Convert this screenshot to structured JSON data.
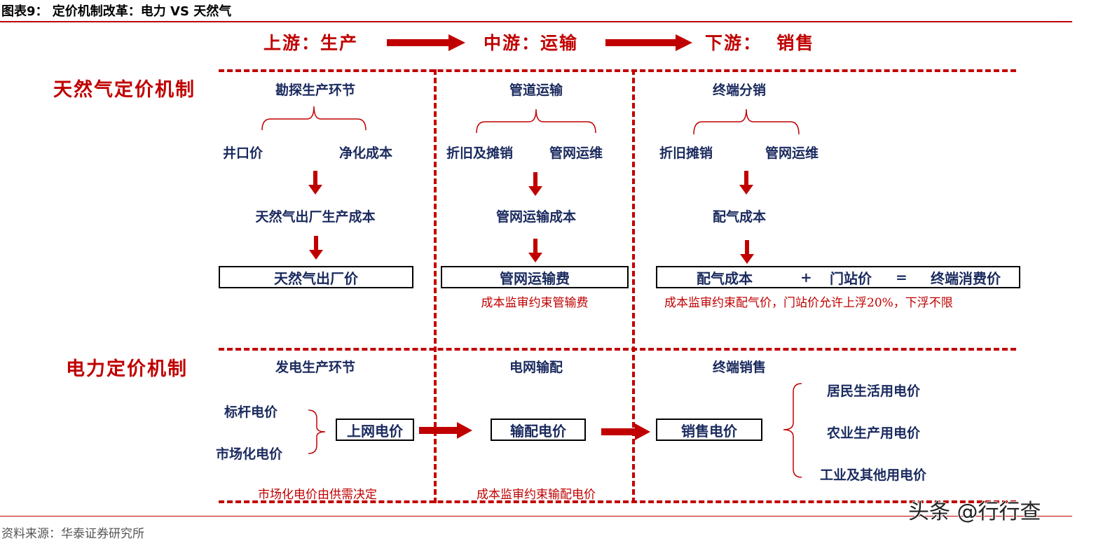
{
  "figure_title": "图表9：  定价机制改革：电力 VS 天然气",
  "source": "资料来源：华泰证券研究所",
  "watermark": "头条 @行行查",
  "stages": {
    "upstream": "上游：生产",
    "midstream": "中游：运输",
    "downstream": "下游：  销售"
  },
  "gas": {
    "label": "天然气定价机制",
    "up": {
      "header": "勘探生产环节",
      "item1": "井口价",
      "item2": "净化成本",
      "cost": "天然气出厂生产成本",
      "price": "天然气出厂价"
    },
    "mid": {
      "header": "管道运输",
      "item1": "折旧及摊销",
      "item2": "管网运维",
      "cost": "管网运输成本",
      "price": "管网运输费",
      "note": "成本监审约束管输费"
    },
    "down": {
      "header": "终端分销",
      "item1": "折旧摊销",
      "item2": "管网运维",
      "cost": "配气成本",
      "eq_a": "配气成本",
      "plus": "+",
      "eq_b": "门站价",
      "equals": "=",
      "eq_c": "终端消费价",
      "note": "成本监审约束配气价，门站价允许上浮20%，下浮不限"
    }
  },
  "power": {
    "label": "电力定价机制",
    "up": {
      "header": "发电生产环节",
      "item1": "标杆电价",
      "item2": "市场化电价",
      "price": "上网电价",
      "note": "市场化电价由供需决定"
    },
    "mid": {
      "header": "电网输配",
      "price": "输配电价",
      "note": "成本监审约束输配电价"
    },
    "down": {
      "header": "终端销售",
      "price": "销售电价",
      "use1": "居民生活用电价",
      "use2": "农业生产用电价",
      "use3": "工业及其他用电价"
    }
  },
  "colors": {
    "accent": "#c00000",
    "navy": "#1a2a5e"
  }
}
